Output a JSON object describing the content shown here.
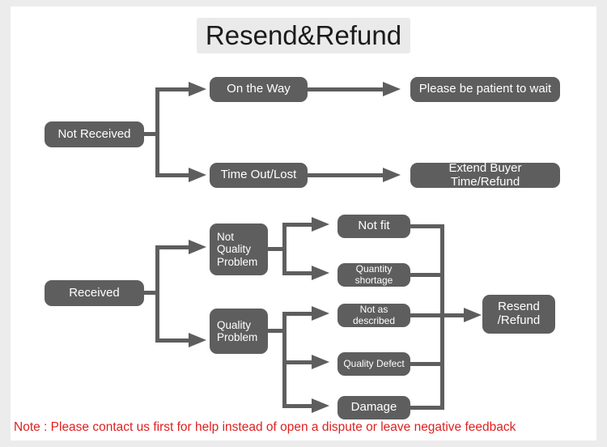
{
  "title": "Resend&Refund",
  "colors": {
    "node_fill": "#5e5e5e",
    "node_text": "#ffffff",
    "connector": "#5e5e5e",
    "note_text": "#e02020",
    "canvas": "#ffffff",
    "page_background": "#ececec",
    "title_highlight": "#eaeaea"
  },
  "note": "Note : Please contact us first for help instead of open a dispute or leave negative feedback",
  "nodes": {
    "not_received": "Not Received",
    "on_the_way": "On the Way",
    "time_out_lost": "Time Out/Lost",
    "please_wait": "Please be patient to wait",
    "extend_buyer_time": "Extend Buyer Time/Refund",
    "received": "Received",
    "not_quality_problem": "Not\nQuality\nProblem",
    "quality_problem": "Quality\nProblem",
    "not_fit": "Not fit",
    "quantity_shortage": "Quantity shortage",
    "not_as_described": "Not as described",
    "quality_defect": "Quality Defect",
    "damage": "Damage",
    "resend_refund": "Resend\n/Refund"
  },
  "chart_data": {
    "type": "diagram",
    "title": "Resend&Refund",
    "diagram_kind": "flowchart",
    "direction": "left-to-right",
    "branches": [
      {
        "root": "Not Received",
        "children": [
          {
            "label": "On the Way",
            "outcome": "Please be patient to wait"
          },
          {
            "label": "Time Out/Lost",
            "outcome": "Extend Buyer Time/Refund"
          }
        ]
      },
      {
        "root": "Received",
        "children": [
          {
            "label": "Not Quality Problem",
            "reasons": [
              "Not fit",
              "Quantity shortage"
            ],
            "outcome": "Resend /Refund"
          },
          {
            "label": "Quality Problem",
            "reasons": [
              "Not as described",
              "Quality Defect",
              "Damage"
            ],
            "outcome": "Resend /Refund"
          }
        ]
      }
    ],
    "terminal_nodes": [
      "Please be patient to wait",
      "Extend Buyer Time/Refund",
      "Resend /Refund"
    ]
  }
}
